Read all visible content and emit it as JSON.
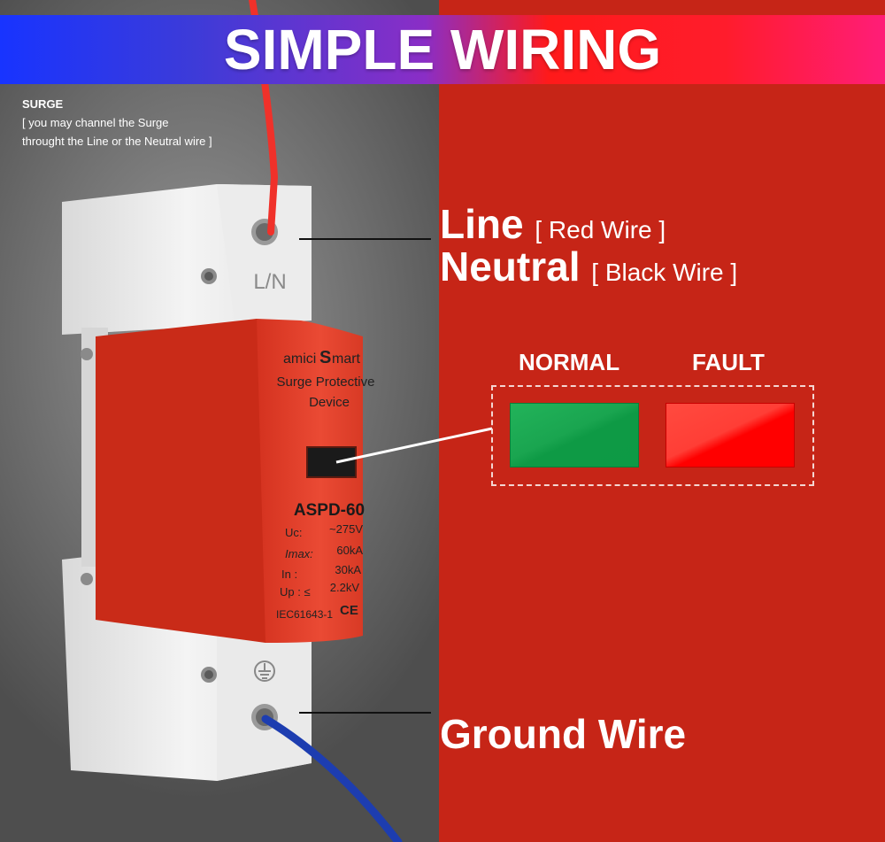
{
  "banner": {
    "title": "SIMPLE WIRING"
  },
  "surge": {
    "heading": "SURGE",
    "note_line1": "[ you may channel the Surge",
    "note_line2": "throught the Line or the Neutral wire ]"
  },
  "labels": {
    "line": "Line",
    "line_hint": "[ Red Wire ]",
    "neutral": "Neutral",
    "neutral_hint": "[ Black Wire ]",
    "ground": "Ground Wire"
  },
  "indicator": {
    "normal": "NORMAL",
    "fault": "FAULT"
  },
  "device": {
    "brand_left": "amici",
    "brand_mark": "S",
    "brand_right": "mart",
    "type_line1": "Surge Protective",
    "type_line2": "Device",
    "model": "ASPD-60",
    "specs": [
      {
        "name": "Uc:",
        "value": "~275V"
      },
      {
        "name": "Imax:",
        "value": "60kA"
      },
      {
        "name": "In    :",
        "value": "30kA"
      },
      {
        "name": "Up  : ≤",
        "value": "2.2kV"
      }
    ],
    "standard": "IEC61643-1",
    "mark": "CE",
    "top_terminal": "L/N"
  },
  "colors": {
    "right_panel": "#c62517",
    "device_body": "#e8452f",
    "normal": "#0d9a45",
    "fault": "#ff0000",
    "line_wire": "#f0312a",
    "ground_wire": "#1d3db0"
  }
}
